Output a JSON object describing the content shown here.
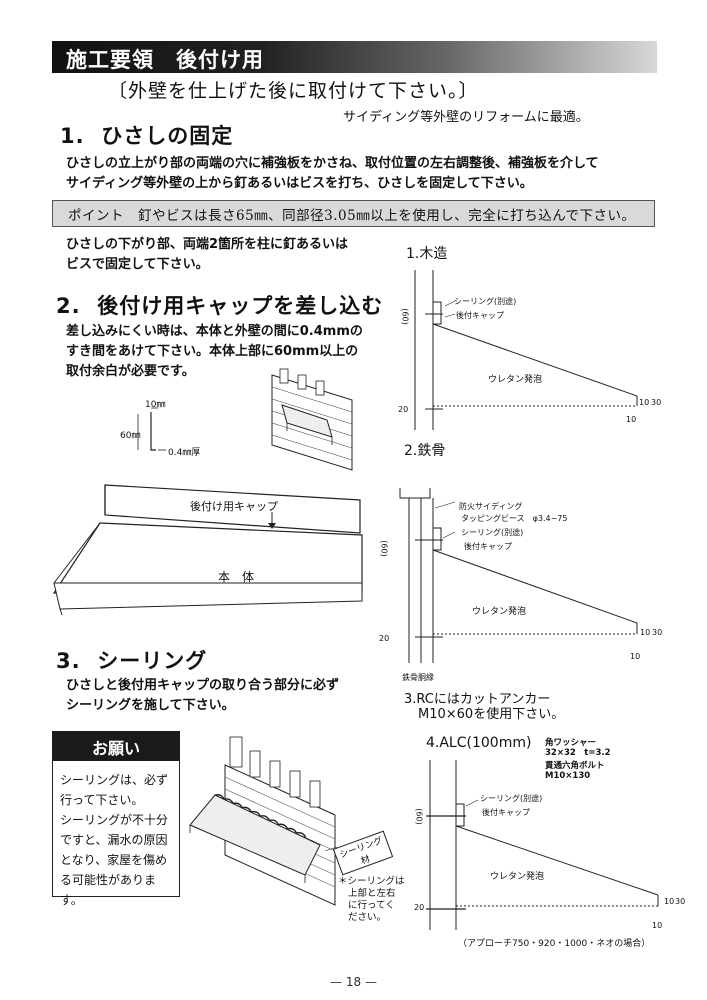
{
  "header": {
    "title": "施工要領　後付け用"
  },
  "subtitle": "〔外壁を仕上げた後に取付けて下さい。〕",
  "subnote": "サイディング等外壁のリフォームに最適。",
  "section1": {
    "heading": "1.  ひさしの固定",
    "lines": [
      "ひさしの立上がり部の両端の穴に補強板をかさね、取付位置の左右調整後、補強板を介して",
      "サイディング等外壁の上から釘あるいはビスを打ち、ひさしを固定して下さい。"
    ],
    "point": "ポイント　釘やビスは長さ65㎜、同部径3.05㎜以上を使用し、完全に打ち込んで下さい。",
    "lower_lines": [
      "ひさしの下がり部、両端2箇所を柱に釘あるいは",
      "ビスで固定して下さい。"
    ]
  },
  "section2": {
    "heading": "2.  後付け用キャップを差し込む",
    "lines": [
      "差し込みにくい時は、本体と外壁の間に0.4mmの",
      "すき間をあけて下さい。本体上部に60mm以上の",
      "取付余白が必要です。"
    ],
    "cap_dims": {
      "w": "10㎜",
      "h": "60㎜",
      "t": "0.4㎜厚"
    },
    "cap_label": "後付け用キャップ",
    "body_label": "本　体"
  },
  "section3": {
    "heading": "3.  シーリング",
    "lines": [
      "ひさしと後付用キャップの取り合う部分に必ず",
      "シーリングを施して下さい。"
    ],
    "sealing_label": "シーリング材",
    "note_lines": [
      "＊シーリングは",
      "上部と左右",
      "に行ってく",
      "ださい。"
    ]
  },
  "onegai": {
    "title": "お願い",
    "lines": [
      "シーリングは、必ず",
      "行って下さい。",
      "シーリングが不十分",
      "ですと、漏水の原因",
      "となり、家屋を傷め",
      "る可能性があります。"
    ]
  },
  "diagrams": {
    "wood": {
      "title": "1.木造",
      "sealing": "シーリング(別途)",
      "cap": "後付キャップ",
      "foam": "ウレタン発泡",
      "d20": "20",
      "d10": "10",
      "d30": "30",
      "d10b": "10",
      "d60": "(60)"
    },
    "steel": {
      "title": "2.鉄骨",
      "fire": "防火サイディング",
      "screw": "タッピングビース　φ3.4−75",
      "sealing": "シーリング(別途)",
      "cap": "後付キャップ",
      "foam": "ウレタン発泡",
      "d20": "20",
      "d10": "10",
      "d30": "30",
      "d10b": "10",
      "d60": "(60)",
      "edge": "鉄骨胴縁"
    },
    "rc": {
      "lines": [
        "3.RCにはカットアンカー",
        "M10×60を使用下さい。"
      ]
    },
    "alc": {
      "title": "4.ALC(100mm)",
      "washer": [
        "角ワッシャー",
        "32×32　t=3.2"
      ],
      "bolt": [
        "貫通六角ボルト",
        "M10×130"
      ],
      "sealing": "シーリング(別途)",
      "cap": "後付キャップ",
      "foam": "ウレタン発泡",
      "d20": "20",
      "d10": "10",
      "d30": "30",
      "d10b": "10",
      "d60": "(60)"
    },
    "footnote": "（アプローチ750・920・1000・ネオの場合）"
  },
  "footer": {
    "page": "— 18 —"
  }
}
